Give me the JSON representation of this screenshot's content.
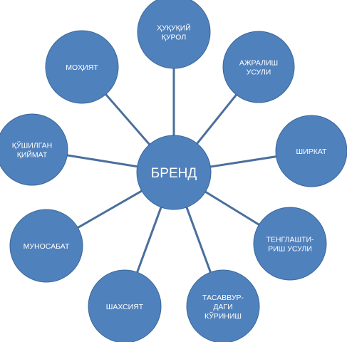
{
  "diagram": {
    "center": {
      "label": "БРЕНД"
    },
    "nodes": [
      {
        "lines": [
          "ҲУҚУҚИЙ",
          "ҚУРОЛ"
        ]
      },
      {
        "lines": [
          "АЖРАЛИШ",
          "УСУЛИ"
        ]
      },
      {
        "lines": [
          "ШИРКАТ"
        ]
      },
      {
        "lines": [
          "ТЕНГЛАШТИ-",
          "РИШ УСУЛИ"
        ]
      },
      {
        "lines": [
          "ТАСАВВУР-",
          "ДАГИ",
          "КЎРИНИШ"
        ]
      },
      {
        "lines": [
          "ШАХСИЯТ"
        ]
      },
      {
        "lines": [
          "МУНОСАБАТ"
        ]
      },
      {
        "lines": [
          "ҚЎШИЛГАН",
          "ҚИЙМАТ"
        ]
      },
      {
        "lines": [
          "МОҲИЯТ"
        ]
      }
    ],
    "colors": {
      "node_fill": "#4f81bd",
      "connector": "#4a6f9c",
      "text": "#ffffff"
    }
  }
}
